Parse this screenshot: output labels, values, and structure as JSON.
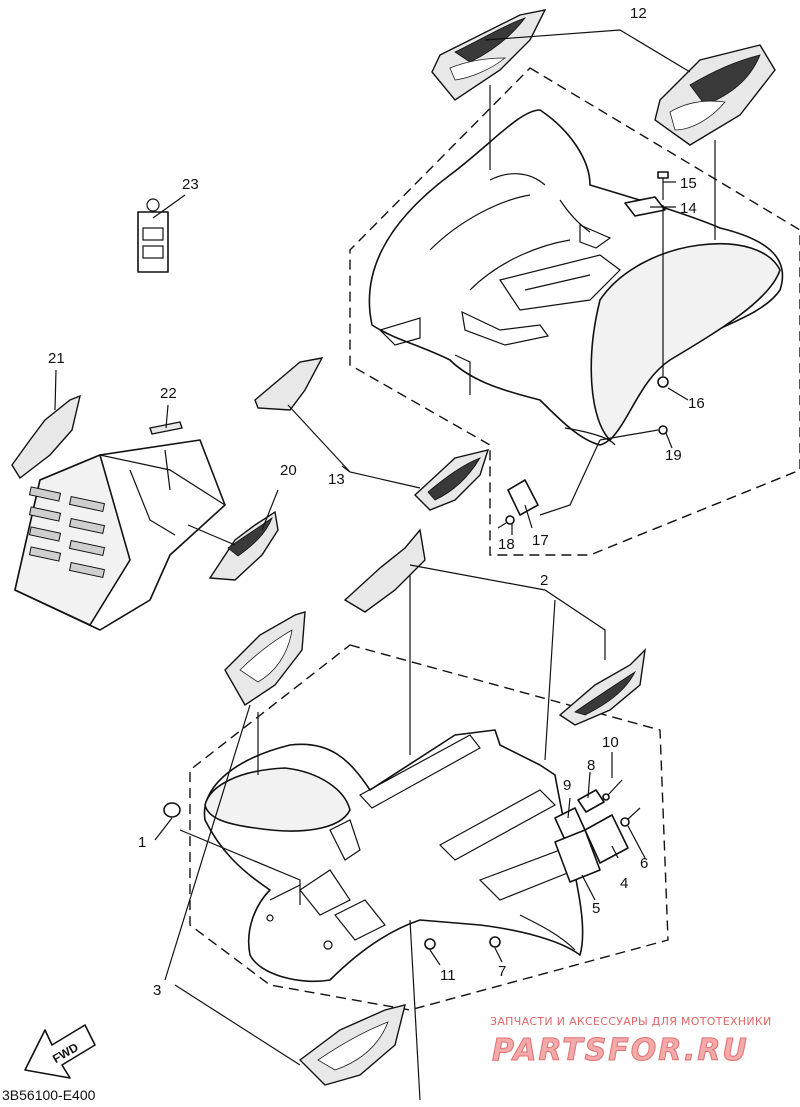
{
  "diagram": {
    "code": "3B56100-E400",
    "callouts": {
      "c1": "1",
      "c2": "2",
      "c3": "3",
      "c4": "4",
      "c5": "5",
      "c6": "6",
      "c7": "7",
      "c8": "8",
      "c9": "9",
      "c10": "10",
      "c11": "11",
      "c12": "12",
      "c13": "13",
      "c14": "14",
      "c15": "15",
      "c16": "16",
      "c17": "17",
      "c18": "18",
      "c19": "19",
      "c20": "20",
      "c21": "21",
      "c22": "22",
      "c23": "23"
    },
    "fwd_label": "FWD"
  },
  "watermark": {
    "tagline": "ЗАПЧАСТИ И АКСЕССУАРЫ ДЛЯ МОТОТЕХНИКИ",
    "brand": "PARTSFOR.RU",
    "color": "#e06666"
  },
  "icons": [
    "fwd-arrow-icon"
  ]
}
